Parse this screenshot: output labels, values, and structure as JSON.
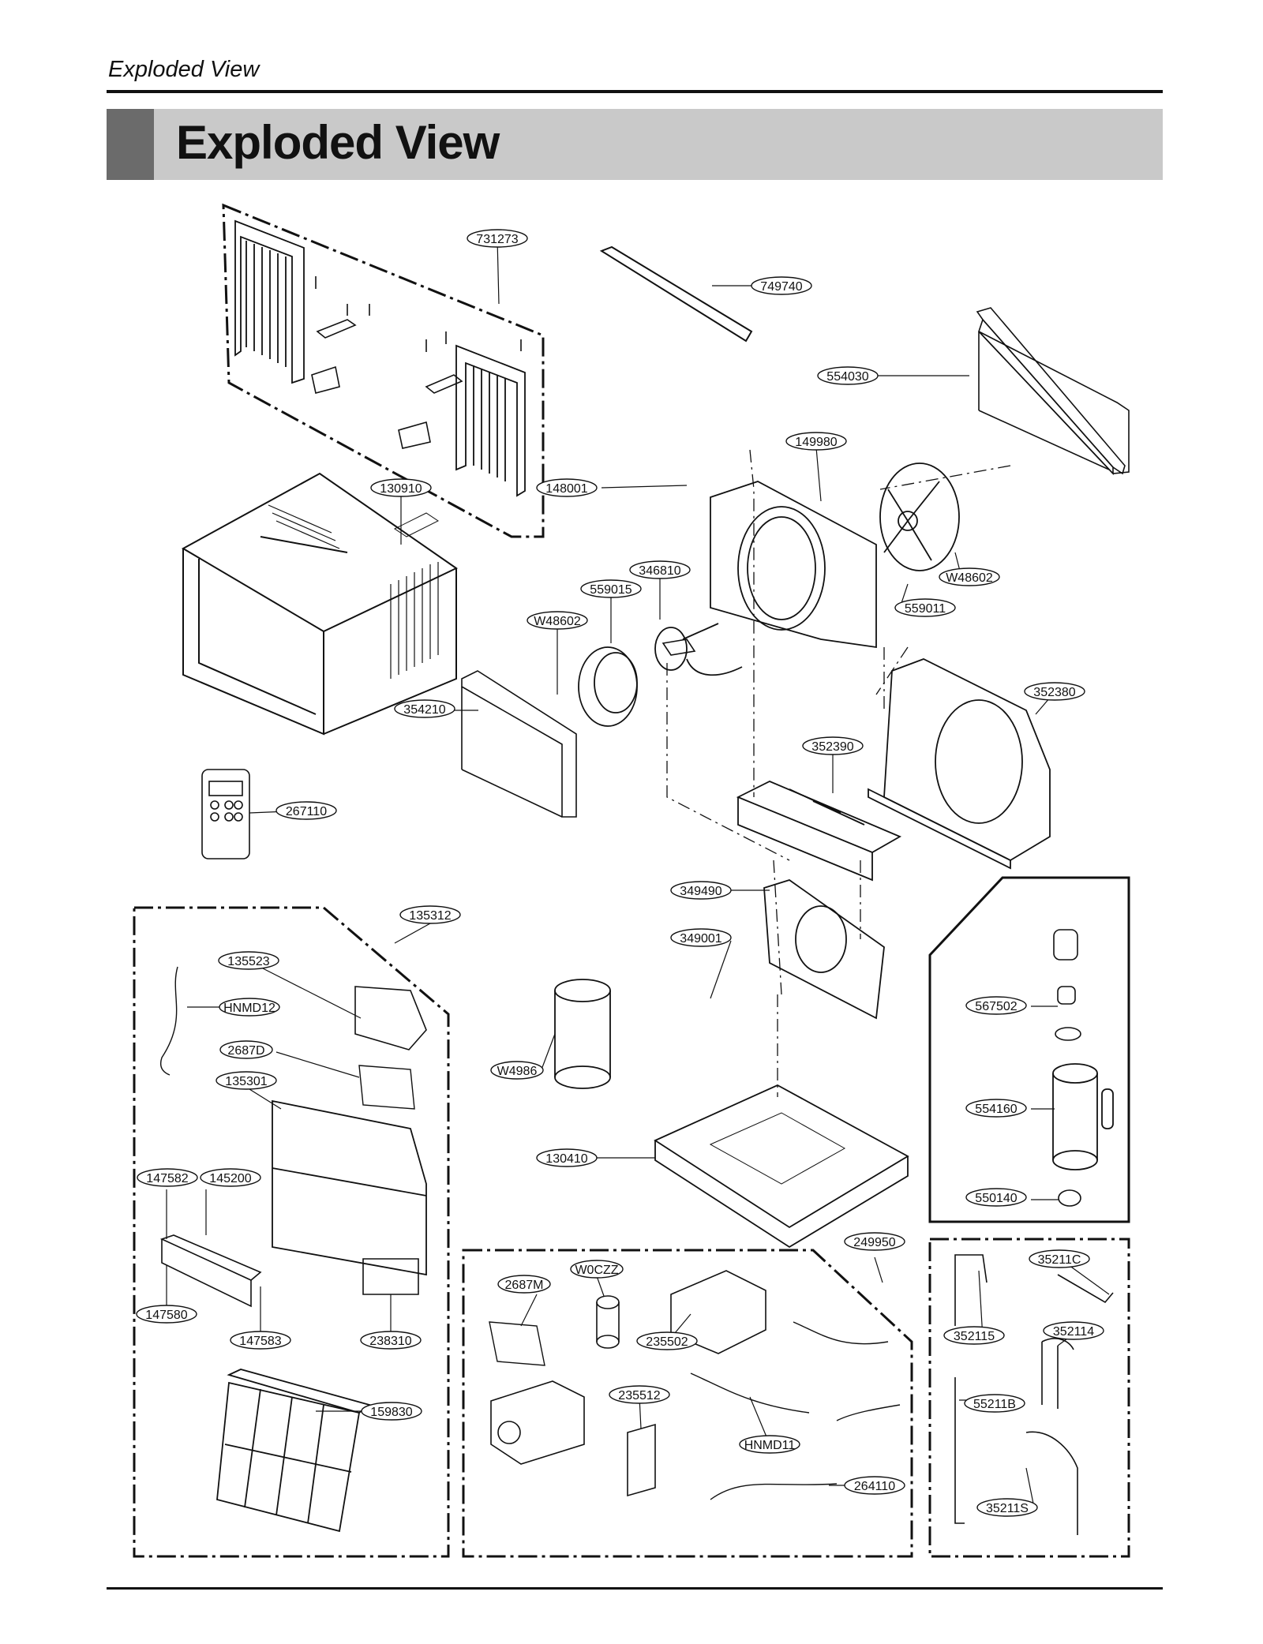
{
  "page": {
    "running_header": "Exploded View",
    "title": "Exploded View"
  },
  "parts": [
    {
      "key": "p731273",
      "label": "731273"
    },
    {
      "key": "p749740",
      "label": "749740"
    },
    {
      "key": "p554030",
      "label": "554030"
    },
    {
      "key": "p149980",
      "label": "149980"
    },
    {
      "key": "p130910",
      "label": "130910"
    },
    {
      "key": "p148001",
      "label": "148001"
    },
    {
      "key": "p346810",
      "label": "346810"
    },
    {
      "key": "p559015",
      "label": "559015"
    },
    {
      "key": "pW48602a",
      "label": "W48602"
    },
    {
      "key": "pW48602b",
      "label": "W48602"
    },
    {
      "key": "p559011",
      "label": "559011"
    },
    {
      "key": "p354210",
      "label": "354210"
    },
    {
      "key": "p352380",
      "label": "352380"
    },
    {
      "key": "p352390",
      "label": "352390"
    },
    {
      "key": "p267110",
      "label": "267110"
    },
    {
      "key": "p135312",
      "label": "135312"
    },
    {
      "key": "p135523",
      "label": "135523"
    },
    {
      "key": "pHNMD12",
      "label": "HNMD12"
    },
    {
      "key": "p2687D",
      "label": "2687D"
    },
    {
      "key": "p135301",
      "label": "135301"
    },
    {
      "key": "p349490",
      "label": "349490"
    },
    {
      "key": "p349001",
      "label": "349001"
    },
    {
      "key": "pW4986",
      "label": "W4986"
    },
    {
      "key": "p567502",
      "label": "567502"
    },
    {
      "key": "p554160",
      "label": "554160"
    },
    {
      "key": "p130410",
      "label": "130410"
    },
    {
      "key": "p147582",
      "label": "147582"
    },
    {
      "key": "p145200",
      "label": "145200"
    },
    {
      "key": "p550140",
      "label": "550140"
    },
    {
      "key": "p249950",
      "label": "249950"
    },
    {
      "key": "p35211C",
      "label": "35211C"
    },
    {
      "key": "pW0CZZ",
      "label": "W0CZZ"
    },
    {
      "key": "p2687M",
      "label": "2687M"
    },
    {
      "key": "p147580",
      "label": "147580"
    },
    {
      "key": "p147583",
      "label": "147583"
    },
    {
      "key": "p238310",
      "label": "238310"
    },
    {
      "key": "p235502",
      "label": "235502"
    },
    {
      "key": "p352115",
      "label": "352115"
    },
    {
      "key": "p352114",
      "label": "352114"
    },
    {
      "key": "p235512",
      "label": "235512"
    },
    {
      "key": "p55211B",
      "label": "55211B"
    },
    {
      "key": "p159830",
      "label": "159830"
    },
    {
      "key": "pHNMD11",
      "label": "HNMD11"
    },
    {
      "key": "p264110",
      "label": "264110"
    },
    {
      "key": "p35211S",
      "label": "35211S"
    }
  ]
}
